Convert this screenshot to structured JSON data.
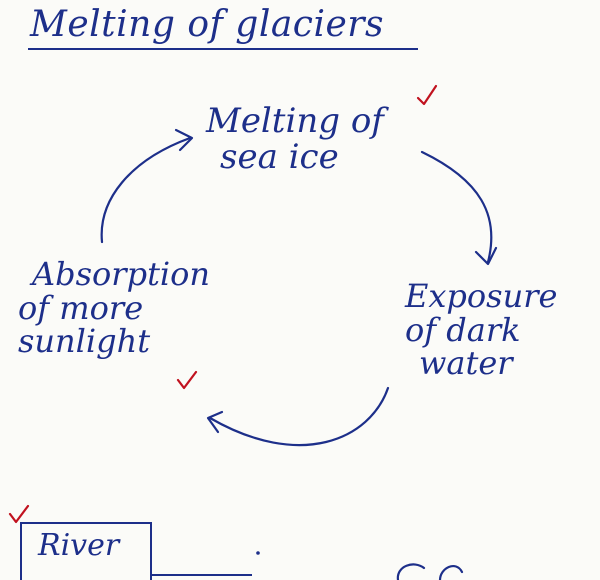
{
  "title": "Melting of glaciers",
  "cycle": {
    "top": [
      "Melting of",
      "sea ice"
    ],
    "right": [
      "Exposure",
      "of dark",
      "water"
    ],
    "left": [
      "Absorption",
      "of more",
      "sunlight"
    ]
  },
  "bottom": {
    "box_label": "River"
  },
  "colors": {
    "ink": "#1d2f8a",
    "tick": "#c1121f",
    "paper": "#fbfbf8"
  }
}
